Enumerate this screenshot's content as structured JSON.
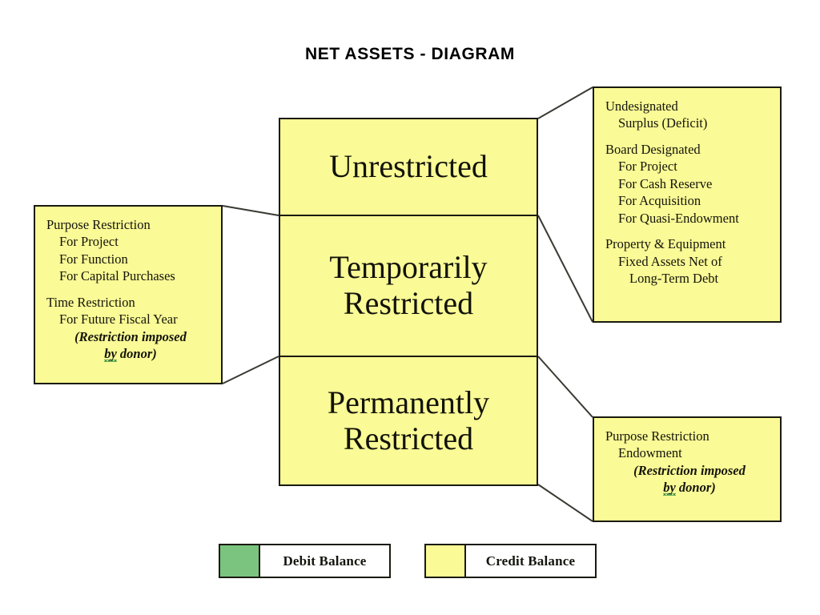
{
  "title": "NET ASSETS - DIAGRAM",
  "colors": {
    "credit_fill": "#fafa96",
    "debit_fill": "#7bc47f",
    "border": "#1a1a10",
    "connector": "#3a3a33",
    "background": "#ffffff"
  },
  "center_stack": {
    "unrestricted": "Unrestricted",
    "temporarily_restricted_line1": "Temporarily",
    "temporarily_restricted_line2": "Restricted",
    "permanently_restricted_line1": "Permanently",
    "permanently_restricted_line2": "Restricted"
  },
  "left_box": {
    "heading_1": "Purpose Restriction",
    "items_1": [
      "For Project",
      "For Function",
      "For Capital Purchases"
    ],
    "heading_2": "Time Restriction",
    "items_2": [
      "For Future Fiscal Year"
    ],
    "note_line1": "(Restriction imposed",
    "note_word_flagged": "by",
    "note_line2_rest": "donor)"
  },
  "right_top_box": {
    "heading_1": "Undesignated",
    "items_1": [
      "Surplus (Deficit)"
    ],
    "heading_2": "Board Designated",
    "items_2": [
      "For Project",
      "For Cash Reserve",
      "For Acquisition",
      "For Quasi-Endowment"
    ],
    "heading_3": "Property & Equipment",
    "items_3": [
      "Fixed Assets Net of",
      "Long-Term Debt"
    ]
  },
  "right_bottom_box": {
    "heading_1": "Purpose Restriction",
    "items_1": [
      "Endowment"
    ],
    "note_line1": "(Restriction imposed",
    "note_word_flagged": "by",
    "note_line2_rest": "donor)"
  },
  "legend": {
    "debit_label": "Debit Balance",
    "credit_label": "Credit Balance"
  }
}
